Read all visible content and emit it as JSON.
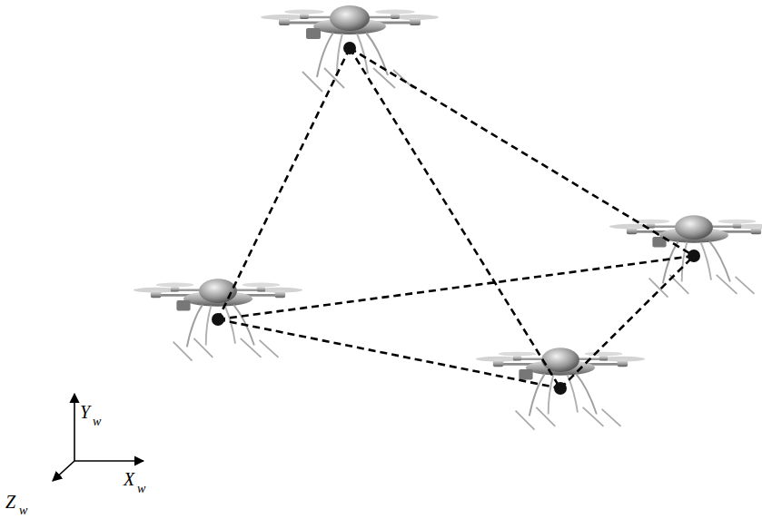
{
  "diagram": {
    "labels": [
      "Y",
      "w",
      "X",
      "w",
      "Z",
      "w"
    ]
  }
}
